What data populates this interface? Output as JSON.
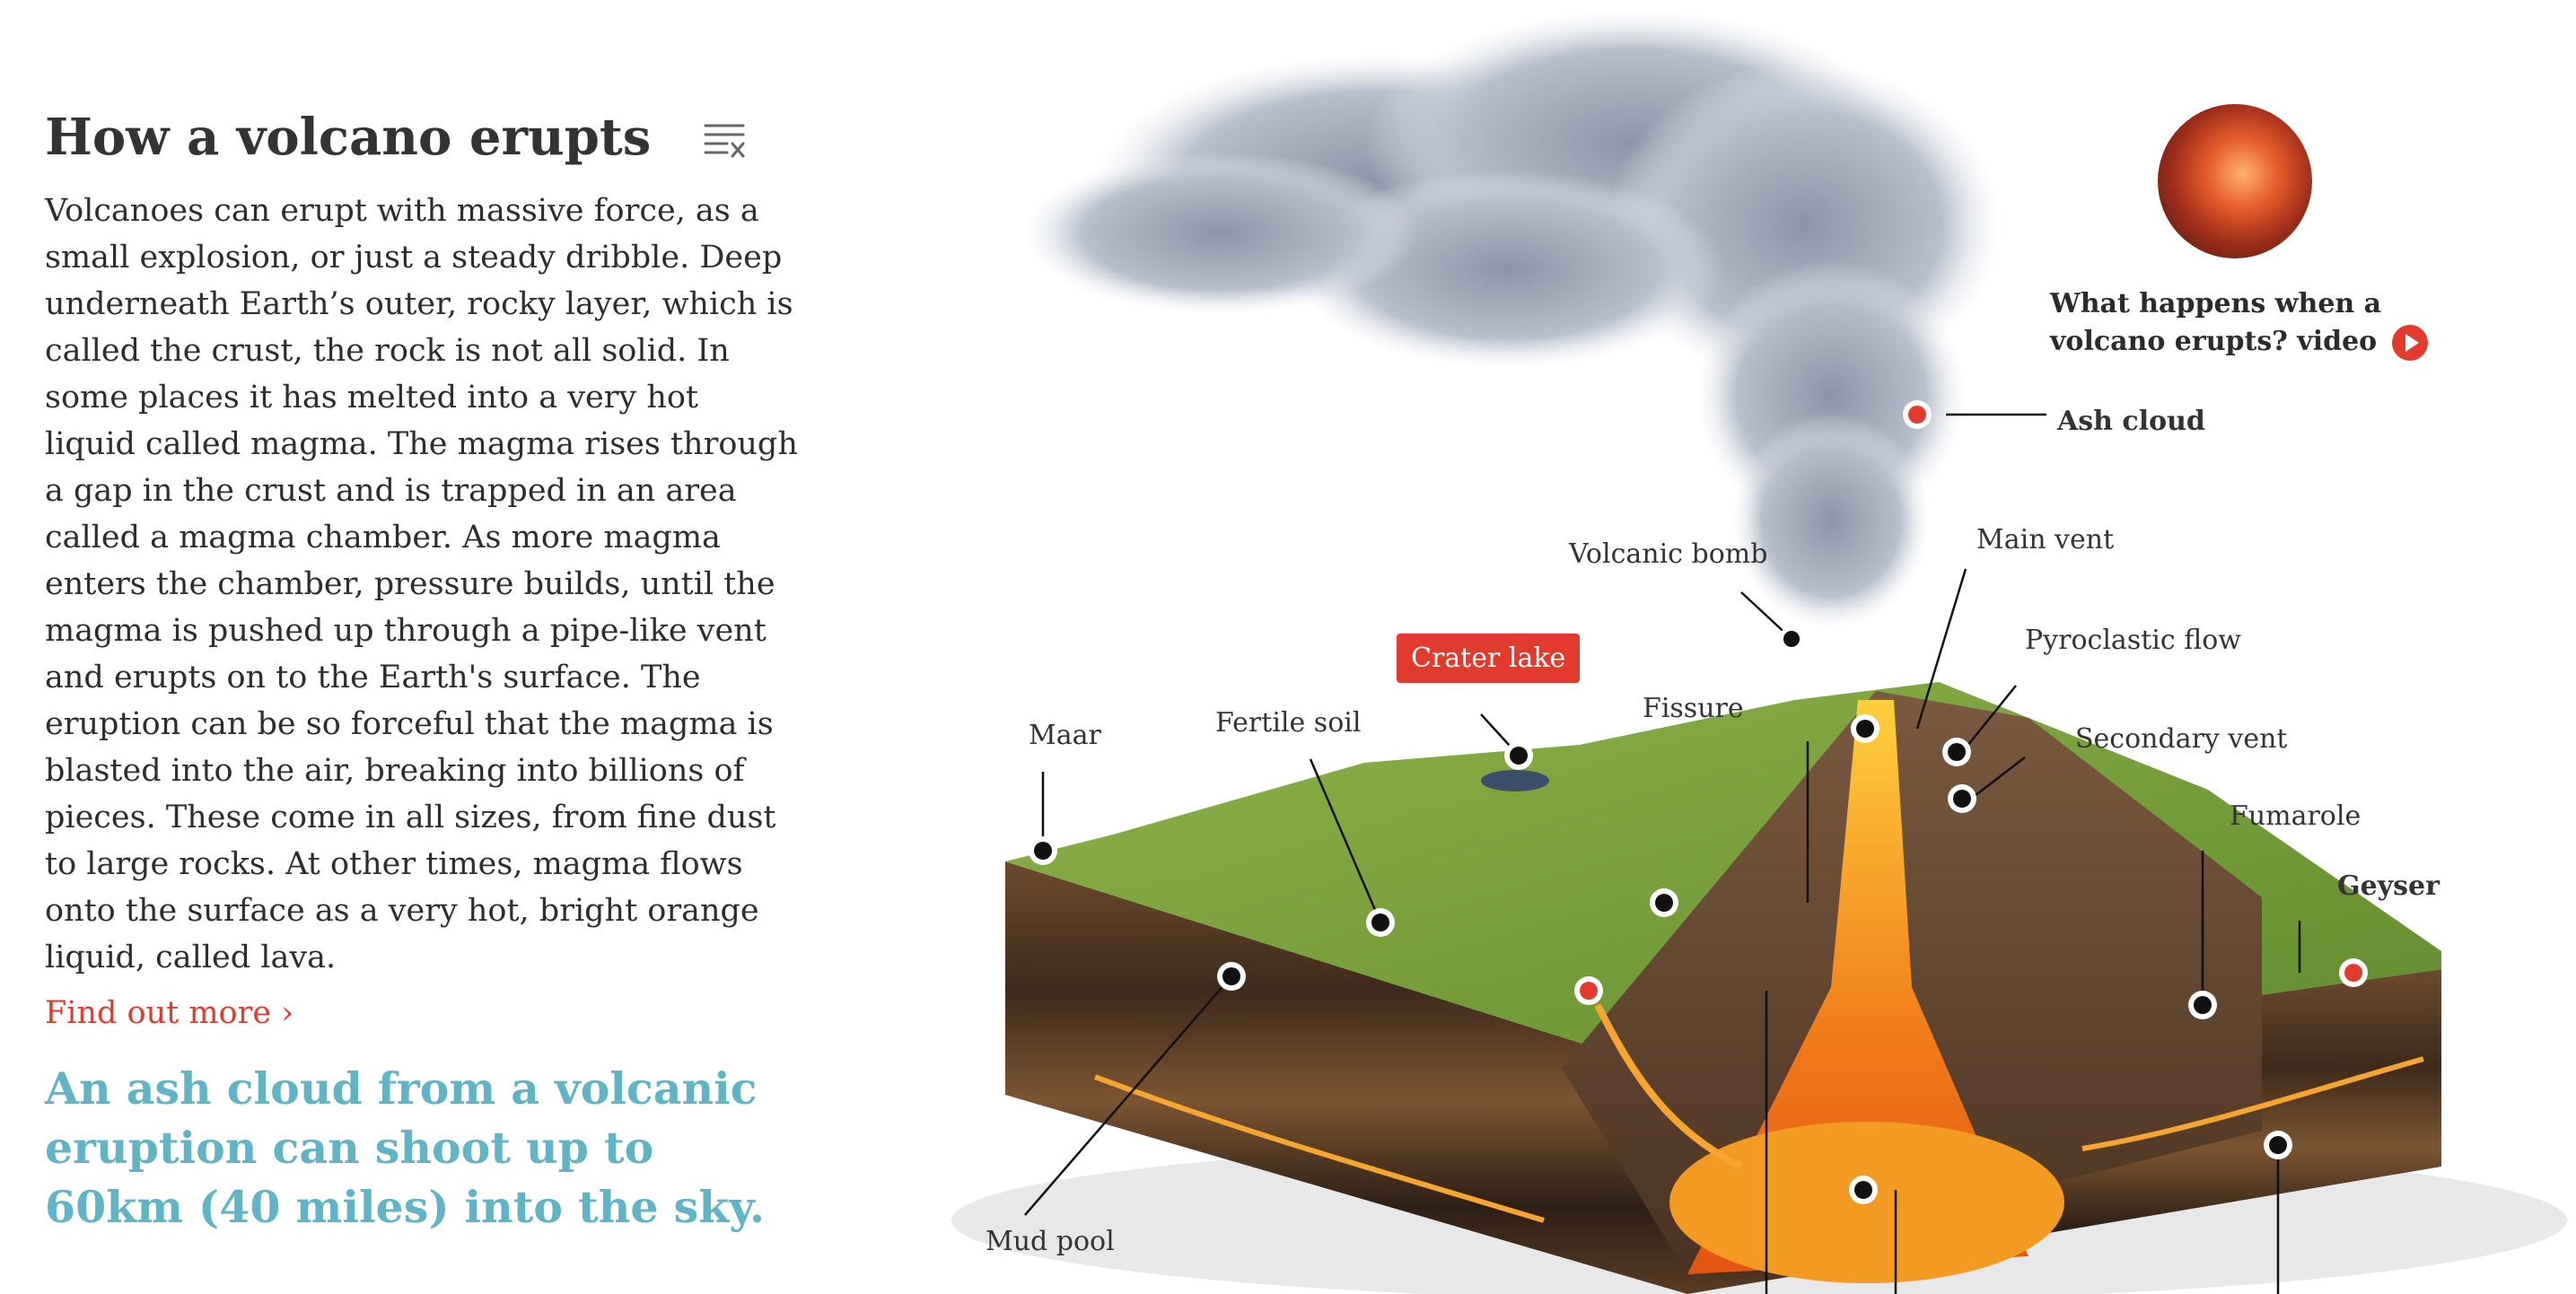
{
  "article": {
    "title": "How a volcano erupts",
    "body": "Volcanoes can erupt with massive force, as a small explosion, or just a steady dribble. Deep underneath Earth’s outer, rocky layer, which is called the crust, the rock is not all solid. In some places it has melted into a very hot liquid called magma. The magma rises through a gap in the crust and is trapped in an area called a magma chamber. As more magma enters the chamber, pressure builds, until the magma is pushed up through a pipe-like vent and erupts on to the Earth's surface. The eruption can be so forceful that the magma is blasted into the air, breaking into billions of pieces. These come in all sizes, from fine dust to large rocks. At other times, magma flows onto the surface as a very hot, bright orange liquid, called lava.",
    "find_out_more": "Find out more ›",
    "fact": "An ash cloud from a volcanic eruption can shoot up to 60km (40 miles) into the sky."
  },
  "icons": {
    "close": "list-close-icon",
    "play": "play-icon"
  },
  "video": {
    "line1": "What happens when a",
    "line2": "volcano erupts? video"
  },
  "labels": {
    "ash_cloud": "Ash cloud",
    "main_vent": "Main vent",
    "volcanic_bomb": "Volcanic bomb",
    "pyroclastic_flow": "Pyroclastic flow",
    "crater_lake": "Crater lake",
    "fissure": "Fissure",
    "secondary_vent": "Secondary vent",
    "maar": "Maar",
    "fertile_soil": "Fertile soil",
    "fumarole": "Fumarole",
    "geyser": "Geyser",
    "mud_pool": "Mud pool"
  },
  "colors": {
    "accent_red": "#e23a2c",
    "fact_teal": "#61b3c6",
    "text": "#2f2f2f"
  }
}
